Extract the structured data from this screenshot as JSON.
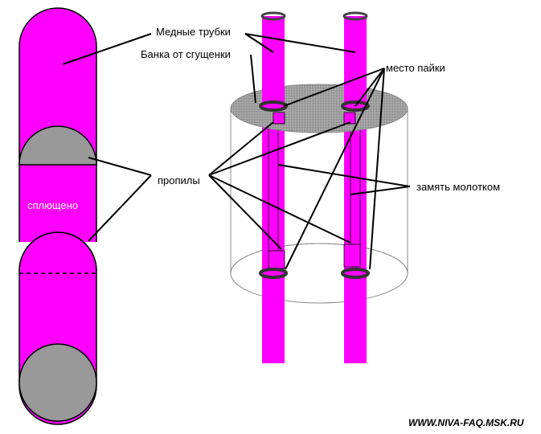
{
  "labels": {
    "copper_tubes": "Медные трубки",
    "condensed_milk_can": "Банка от сгущенки",
    "solder_point": "место пайки",
    "cuts": "пропилы",
    "flattened": "сплющено",
    "hammer_flatten": "замять молотком"
  },
  "watermark": "WWW.NIVA-FAQ.MSK.RU",
  "colors": {
    "tube": "#ff00ff",
    "cap": "#999999",
    "can_top": "#aaaaaa",
    "outline": "#000000",
    "background": "#ffffff"
  }
}
